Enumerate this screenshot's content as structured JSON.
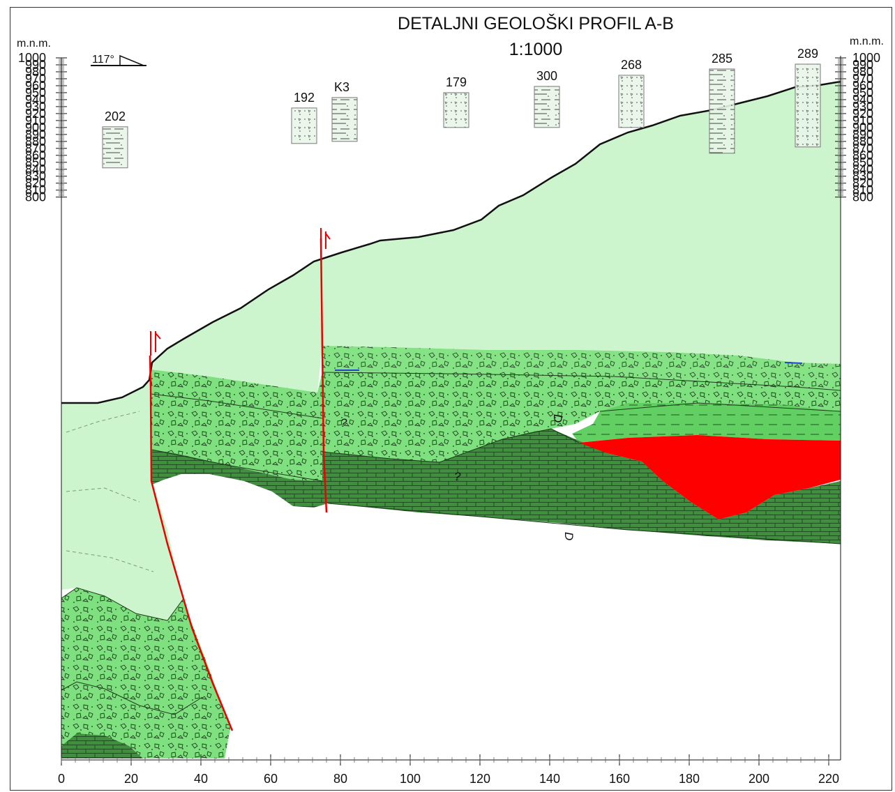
{
  "header": {
    "title": "DETALJNI GEOLOŠKI PROFIL A-B",
    "scale": "1:1000",
    "orientation": "117°"
  },
  "axes": {
    "y_unit_left": "m.n.m.",
    "y_unit_right": "m.n.m.",
    "y_ticks": [
      "1000",
      "990",
      "980",
      "970",
      "960",
      "950",
      "940",
      "930",
      "920",
      "910",
      "900",
      "890",
      "880",
      "870",
      "860",
      "850",
      "840",
      "830",
      "820",
      "810",
      "800"
    ],
    "x_ticks": [
      "0",
      "20",
      "40",
      "60",
      "80",
      "100",
      "120",
      "140",
      "160",
      "180",
      "200",
      "220"
    ]
  },
  "boreholes": [
    {
      "label": "202",
      "top": 901,
      "bottom": 842
    },
    {
      "label": "192",
      "top": 928,
      "bottom": 877
    },
    {
      "label": "K3",
      "top": 943,
      "bottom": 880
    },
    {
      "label": "179",
      "top": 950,
      "bottom": 900
    },
    {
      "label": "300",
      "top": 959,
      "bottom": 900
    },
    {
      "label": "268",
      "top": 975,
      "bottom": 900
    },
    {
      "label": "285",
      "top": 984,
      "bottom": 863
    },
    {
      "label": "289",
      "top": 991,
      "bottom": 872
    }
  ],
  "annotations": {
    "q1": "?",
    "q2": "?",
    "d1": "D",
    "d2": "D"
  },
  "colors": {
    "light_green": "#cdf5cd",
    "breccia_green": "#7ee07e",
    "mid_green": "#5fc85f",
    "dark_green": "#3a8e3a",
    "fault_red": "#ee0000",
    "red_body": "#ff0000"
  }
}
